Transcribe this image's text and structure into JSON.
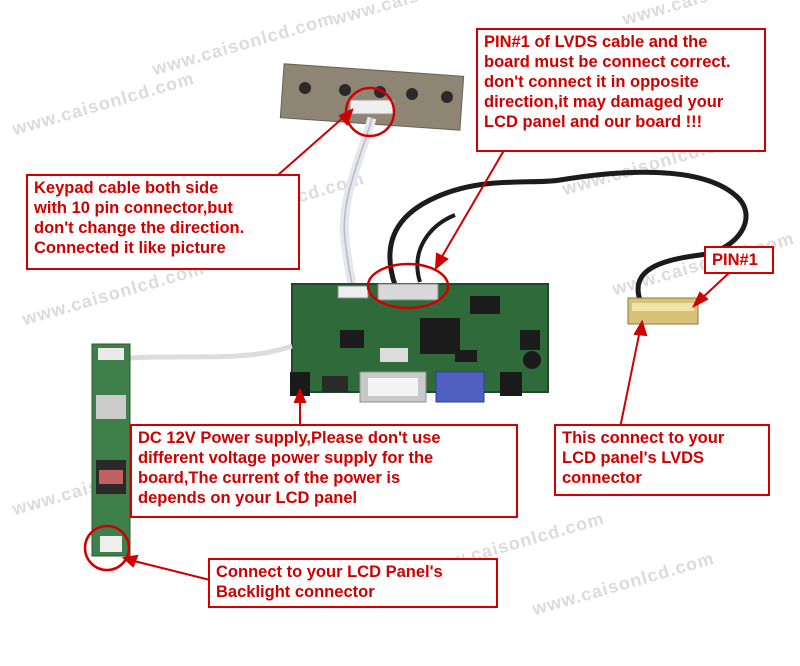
{
  "watermark": "www.caisonlcd.com",
  "callouts": {
    "lvds_pin1": {
      "lines": [
        "PIN#1 of LVDS cable and the",
        "board must be connect correct.",
        "don't connect it in opposite",
        "direction,it may damaged your",
        "LCD panel and our board !!!"
      ]
    },
    "keypad": {
      "lines": [
        "Keypad cable both side",
        "with 10 pin connector,but",
        "don't change the direction.",
        "Connected it like picture"
      ]
    },
    "pin1_label": {
      "text": "PIN#1"
    },
    "power": {
      "lines": [
        "DC 12V Power supply,Please don't use",
        "different voltage power supply for the",
        "board,The current of the power is",
        "depends on your LCD panel"
      ]
    },
    "lvds_panel": {
      "lines": [
        "This connect to your",
        "LCD panel's LVDS",
        "connector"
      ]
    },
    "backlight": {
      "lines": [
        "Connect to your LCD Panel's",
        "Backlight connector"
      ]
    }
  },
  "colors": {
    "callout": "#d00000",
    "pcb_green": "#2e6b3a",
    "keypad_board": "#8a7f6e",
    "inverter_green": "#3f7f4a"
  }
}
